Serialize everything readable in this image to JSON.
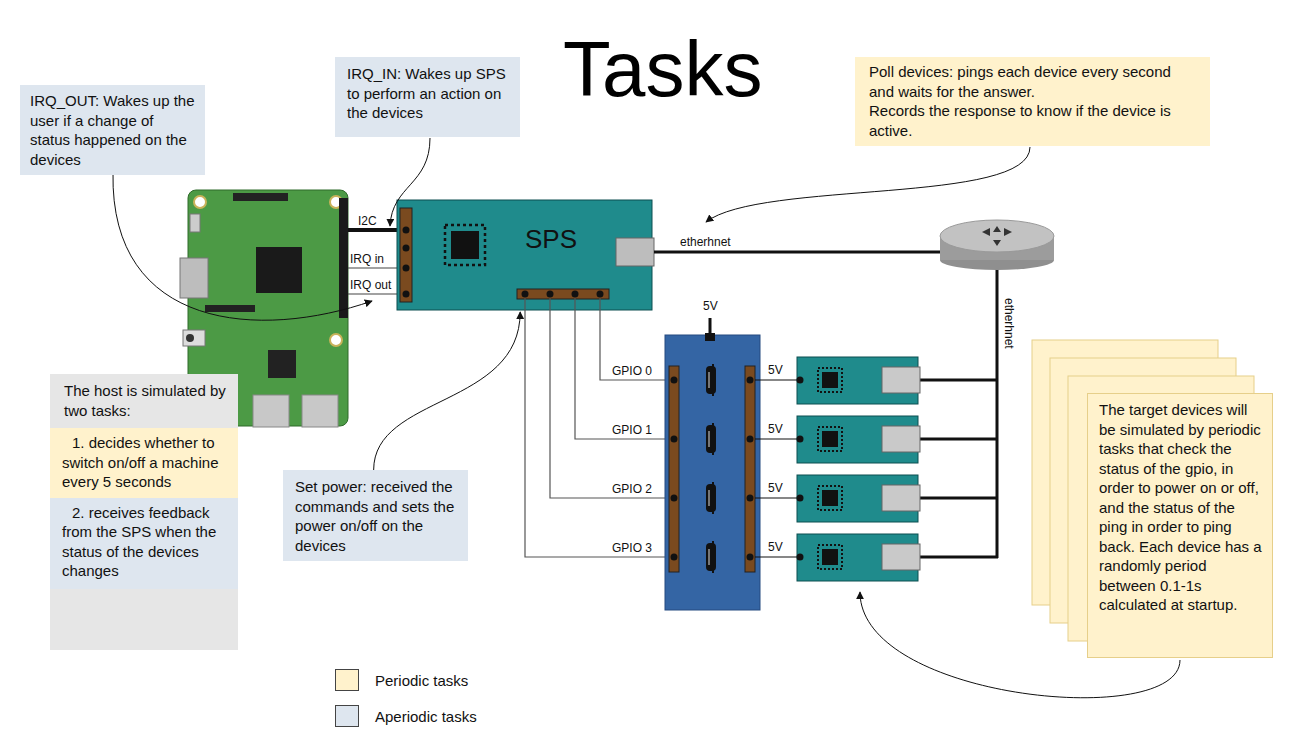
{
  "diagram": {
    "title": "Tasks",
    "nodes": [
      {
        "text": [
          "IRQ_OUT: Wakes up the user if a change of status happened on the devices"
        ]
      },
      {
        "text": [
          "IRQ_IN: Wakes up SPS to perform an action on the devices"
        ]
      },
      {
        "text": [
          "Poll devices: pings each device every second and waits for the answer.",
          "Records the response to know if the device is active."
        ]
      },
      {
        "text": [
          "SPS"
        ]
      },
      {
        "text": [
          "The host is simulated by two tasks:"
        ]
      },
      {
        "text": [
          "1. decides whether to switch on/off a machine every 5 seconds"
        ],
        "in": 4
      },
      {
        "text": [
          "2. receives feedback from the SPS when the status of the devices changes"
        ],
        "in": 4
      },
      {
        "text": [
          "Set power: received the commands and sets the power on/off on the devices"
        ]
      },
      {
        "text": [
          "The target devices will be simulated by periodic tasks that check the status of the gpio, in order to power on or off, and the status of the ping in order to ping back. Each device has a randomly period between 0.1-1s calculated at startup."
        ]
      }
    ],
    "edges": [
      {
        "from": 7,
        "to": 3,
        "arrow": "to"
      }
    ],
    "labels": [
      "I2C",
      "IRQ in",
      "IRQ out",
      "etherhnet",
      "5V",
      "GPIO 0",
      "5V",
      "GPIO 1",
      "5V",
      "GPIO 2",
      "5V",
      "GPIO 3",
      "5V",
      "etherhnet"
    ],
    "legend": [
      {
        "text": "Periodic tasks",
        "color": "#fff2cc"
      },
      {
        "text": "Aperiodic tasks",
        "color": "#dee6ef"
      }
    ]
  }
}
